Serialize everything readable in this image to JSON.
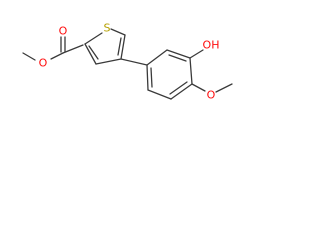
{
  "molecule": {
    "atoms": {
      "thiophene_sulfur": "S",
      "carbonyl_oxygen": "O",
      "ester_oxygen": "O",
      "hydroxyl": "OH",
      "methoxy_oxygen": "O"
    }
  },
  "colors": {
    "bond": "#3a3a3a",
    "oxygen": "#ff0d0d",
    "sulfur": "#b5a000"
  }
}
